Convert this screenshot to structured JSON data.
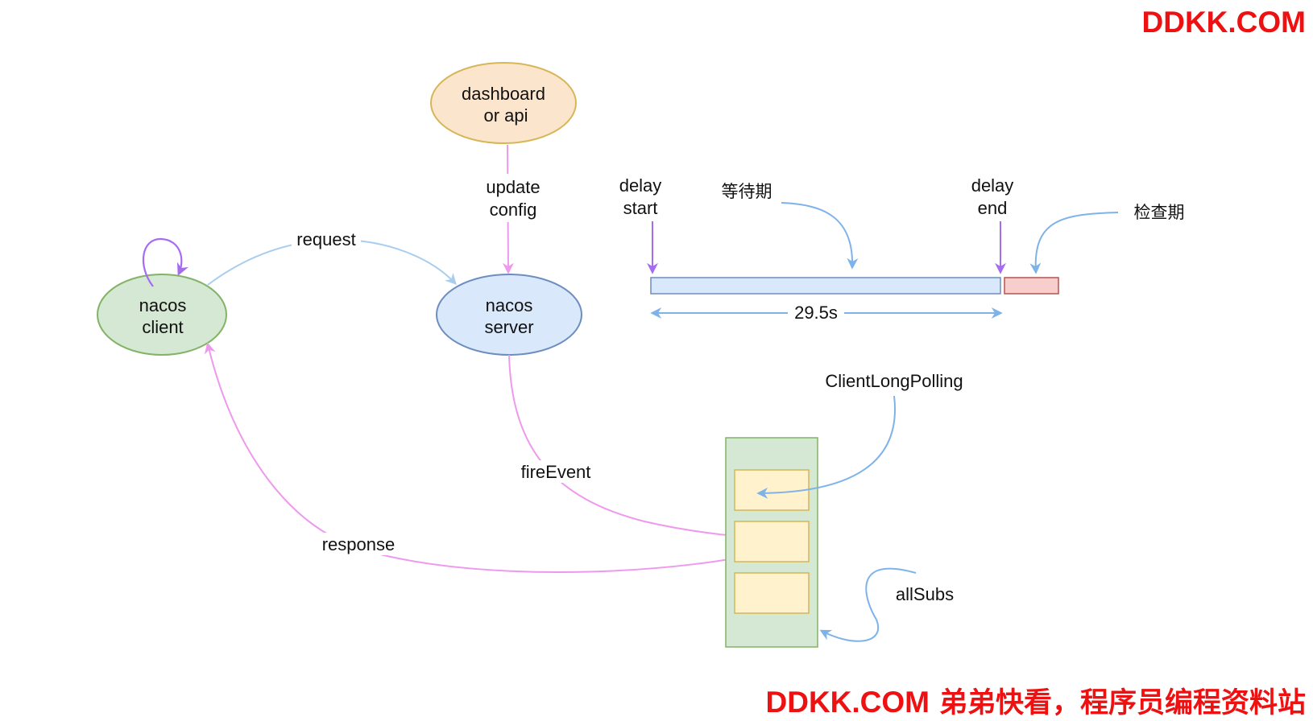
{
  "watermark": {
    "top": "DDKK.COM",
    "bottom_brand": "DDKK.COM",
    "bottom_slogan": "弟弟快看，程序员编程资料站",
    "color": "#ee1111"
  },
  "nodes": {
    "dashboard": {
      "line1": "dashboard",
      "line2": "or api",
      "fill": "#fce5cd",
      "stroke": "#d6b656"
    },
    "client": {
      "line1": "nacos",
      "line2": "client",
      "fill": "#d5e8d4",
      "stroke": "#82b366"
    },
    "server": {
      "line1": "nacos",
      "line2": "server",
      "fill": "#dae8fc",
      "stroke": "#6c8ebf"
    }
  },
  "edges": {
    "request": "request",
    "update_line1": "update",
    "update_line2": "config",
    "fire_event": "fireEvent",
    "response": "response"
  },
  "timeline": {
    "delay_start_line1": "delay",
    "delay_start_line2": "start",
    "delay_end_line1": "delay",
    "delay_end_line2": "end",
    "waiting_period": "等待期",
    "check_period": "检查期",
    "duration": "29.5s",
    "wait_bar_fill": "#dae8fc",
    "check_bar_fill": "#f8cecc"
  },
  "subscriptions": {
    "long_polling": "ClientLongPolling",
    "all_subs": "allSubs",
    "container_fill": "#d5e8d4",
    "slot_fill": "#fff2cc"
  },
  "colors": {
    "pink_arrow": "#ee99ee",
    "blue_arrow": "#7eb3ea",
    "light_blue_arrow": "#a9cdee",
    "purple_arrow": "#a66cf0"
  }
}
